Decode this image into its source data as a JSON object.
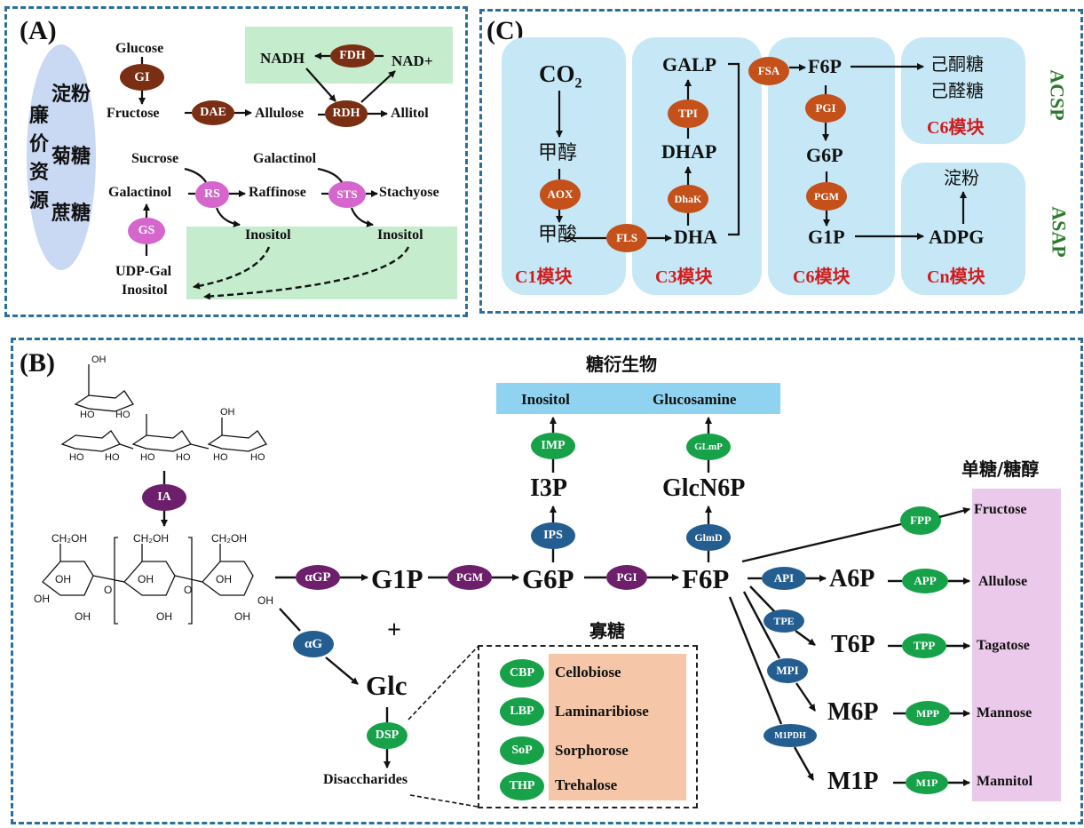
{
  "panels": {
    "A": {
      "label": "(A)",
      "resources": {
        "title_chars": [
          "廉",
          "价",
          "资",
          "源"
        ],
        "items": [
          "淀粉",
          "菊糖",
          "蔗糖"
        ]
      },
      "nodes": {
        "glucose": "Glucose",
        "fructose": "Fructose",
        "allulose": "Allulose",
        "allitol": "Allitol",
        "nadh": "NADH",
        "nad": "NAD+",
        "sucrose": "Sucrose",
        "galactinol_top": "Galactinol",
        "galactinol_left": "Galactinol",
        "raffinose": "Raffinose",
        "stachyose": "Stachyose",
        "inositol_1": "Inositol",
        "inositol_2": "Inositol",
        "udp_gal": "UDP-Gal",
        "inositol_bottom": "Inositol"
      },
      "enzymes": {
        "gi": "GI",
        "dae": "DAE",
        "rdh": "RDH",
        "fdh": "FDH",
        "rs": "RS",
        "sts": "STS",
        "gs": "GS"
      }
    },
    "C": {
      "label": "(C)",
      "modules": [
        "C1模块",
        "C3模块",
        "C6模块",
        "C6模块",
        "Cn模块"
      ],
      "nodes": {
        "co2": "CO",
        "co2_sub": "2",
        "methanol": "甲醇",
        "formate": "甲酸",
        "galp": "GALP",
        "dhap": "DHAP",
        "dha": "DHA",
        "f6p": "F6P",
        "g6p": "G6P",
        "g1p": "G1P",
        "ketohexose": "己酮糖",
        "aldohexose": "己醛糖",
        "starch": "淀粉",
        "adpg": "ADPG"
      },
      "enzymes": {
        "aox": "AOX",
        "fls": "FLS",
        "tpi": "TPI",
        "dhak": "DhaK",
        "fsa": "FSA",
        "pgi": "PGI",
        "pgm": "PGM"
      },
      "side_labels": [
        "ACSP",
        "ASAP"
      ]
    },
    "B": {
      "label": "(B)",
      "nodes": {
        "g1p": "G1P",
        "g6p": "G6P",
        "f6p": "F6P",
        "plus": "+",
        "glc": "Glc",
        "disaccharides": "Disaccharides",
        "i3p": "I3P",
        "glcn6p": "GlcN6P",
        "a6p": "A6P",
        "t6p": "T6P",
        "m6p": "M6P",
        "m1p": "M1P"
      },
      "enzymes": {
        "ia": "IA",
        "agp": "αGP",
        "ag": "αG",
        "pgm": "PGM",
        "pgi": "PGI",
        "dsp": "DSP",
        "ips": "IPS",
        "imp": "IMP",
        "glmd": "GlmD",
        "glmp": "GLmP",
        "fpp": "FPP",
        "api": "API",
        "app": "APP",
        "tpe": "TPE",
        "tpp": "TPP",
        "mpi": "MPI",
        "mpp": "MPP",
        "m1pdh": "M1PDH",
        "m1p": "M1P"
      },
      "derivatives": {
        "title": "糖衍生物",
        "items": [
          "Inositol",
          "Glucosamine"
        ]
      },
      "oligosaccharides": {
        "title": "寡糖",
        "rows": [
          {
            "enzyme": "CBP",
            "product": "Cellobiose"
          },
          {
            "enzyme": "LBP",
            "product": "Laminaribiose"
          },
          {
            "enzyme": "SoP",
            "product": "Sorphorose"
          },
          {
            "enzyme": "THP",
            "product": "Trehalose"
          }
        ]
      },
      "monosaccharides": {
        "title": "单糖/糖醇",
        "items": [
          "Fructose",
          "Allulose",
          "Tagatose",
          "Mannose",
          "Mannitol"
        ]
      },
      "structure_labels": {
        "oh": "OH",
        "ho": "HO",
        "o": "O",
        "ch2oh": "CH₂OH"
      }
    }
  },
  "colors": {
    "panel_border": "#2a6f9a",
    "brown_enzyme": "#7a2e13",
    "orange_enzyme": "#c4501a",
    "pink_enzyme": "#d466cc",
    "purple_enzyme": "#6e1f6b",
    "blue_enzyme": "#245e91",
    "green_enzyme": "#17a24a",
    "module_bg": "#c6e8f6",
    "green_box": "#c5eccd",
    "derivative_box": "#8fd3f0",
    "oligo_box": "#f5c6a8",
    "mono_box": "#ebc9ea",
    "module_label": "#d01c1c",
    "side_label": "#2a7a2a"
  }
}
